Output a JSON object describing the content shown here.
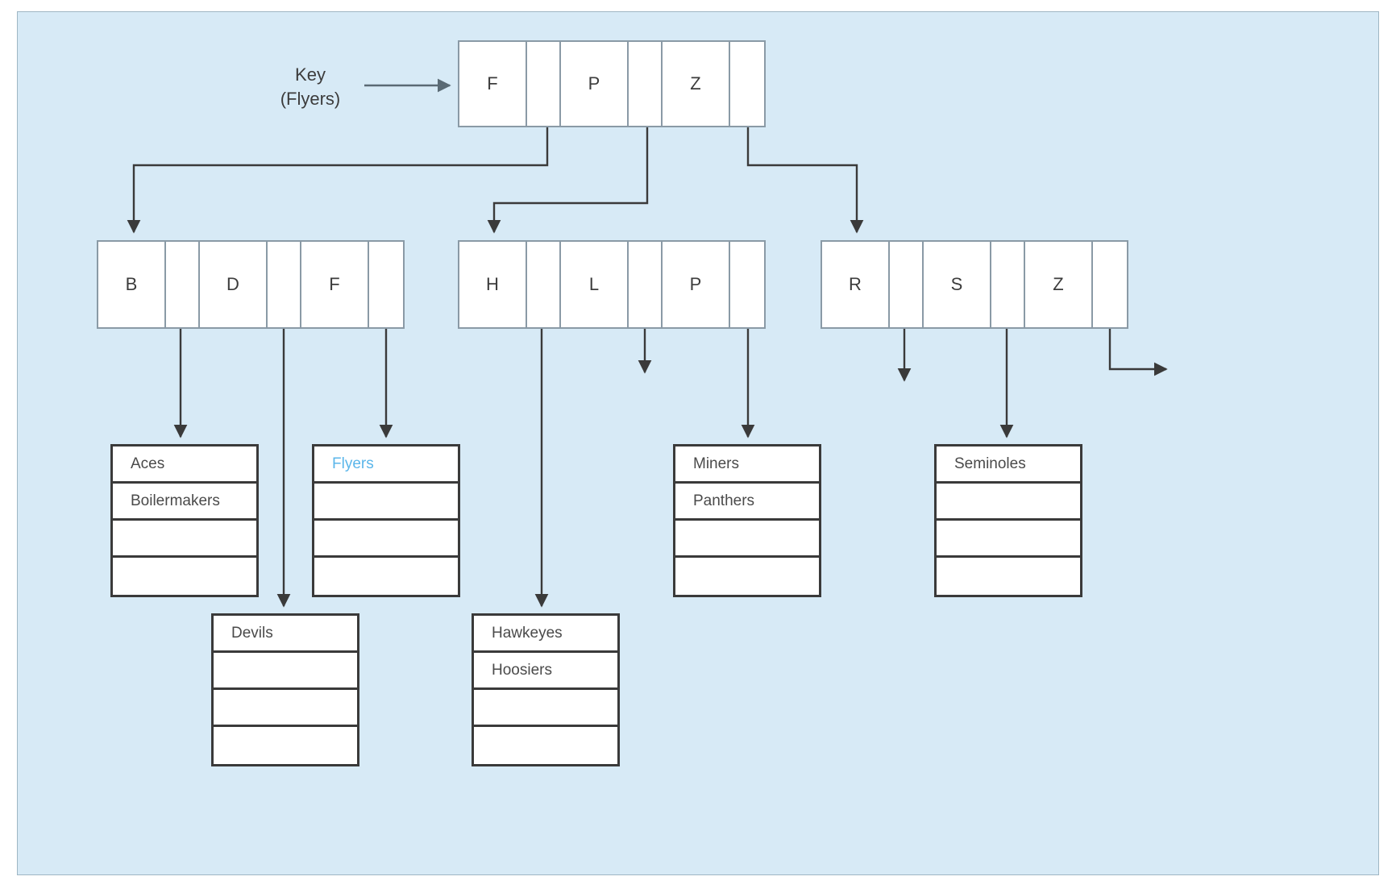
{
  "panel": {
    "bg_color": "#d7eaf6",
    "border_color": "#9fb6c4"
  },
  "accent_color": "#5bb6ea",
  "key_label": {
    "line1": "Key",
    "line2": "(Flyers)"
  },
  "root_node": {
    "name": "root-index-node",
    "cells": [
      {
        "type": "key",
        "label": "F"
      },
      {
        "type": "ptr",
        "label": ""
      },
      {
        "type": "key",
        "label": "P"
      },
      {
        "type": "ptr",
        "label": ""
      },
      {
        "type": "key",
        "label": "Z"
      },
      {
        "type": "ptr",
        "label": ""
      }
    ]
  },
  "level2_nodes": [
    {
      "name": "index-node-bdf",
      "cells": [
        {
          "type": "key",
          "label": "B"
        },
        {
          "type": "ptr",
          "label": ""
        },
        {
          "type": "key",
          "label": "D"
        },
        {
          "type": "ptr",
          "label": ""
        },
        {
          "type": "key",
          "label": "F"
        },
        {
          "type": "ptr",
          "label": ""
        }
      ]
    },
    {
      "name": "index-node-hlp",
      "cells": [
        {
          "type": "key",
          "label": "H"
        },
        {
          "type": "ptr",
          "label": ""
        },
        {
          "type": "key",
          "label": "L"
        },
        {
          "type": "ptr",
          "label": ""
        },
        {
          "type": "key",
          "label": "P"
        },
        {
          "type": "ptr",
          "label": ""
        }
      ]
    },
    {
      "name": "index-node-rsz",
      "cells": [
        {
          "type": "key",
          "label": "R"
        },
        {
          "type": "ptr",
          "label": ""
        },
        {
          "type": "key",
          "label": "S"
        },
        {
          "type": "ptr",
          "label": ""
        },
        {
          "type": "key",
          "label": "Z"
        },
        {
          "type": "ptr",
          "label": ""
        }
      ]
    }
  ],
  "leaf_blocks": [
    {
      "name": "leaf-block-aces",
      "rows": [
        {
          "text": "Aces",
          "highlight": false
        },
        {
          "text": "Boilermakers",
          "highlight": false
        },
        {
          "text": "",
          "highlight": false
        },
        {
          "text": "",
          "highlight": false
        }
      ]
    },
    {
      "name": "leaf-block-flyers",
      "rows": [
        {
          "text": "Flyers",
          "highlight": true
        },
        {
          "text": "",
          "highlight": false
        },
        {
          "text": "",
          "highlight": false
        },
        {
          "text": "",
          "highlight": false
        }
      ]
    },
    {
      "name": "leaf-block-miners",
      "rows": [
        {
          "text": "Miners",
          "highlight": false
        },
        {
          "text": "Panthers",
          "highlight": false
        },
        {
          "text": "",
          "highlight": false
        },
        {
          "text": "",
          "highlight": false
        }
      ]
    },
    {
      "name": "leaf-block-seminoles",
      "rows": [
        {
          "text": "Seminoles",
          "highlight": false
        },
        {
          "text": "",
          "highlight": false
        },
        {
          "text": "",
          "highlight": false
        },
        {
          "text": "",
          "highlight": false
        }
      ]
    },
    {
      "name": "leaf-block-devils",
      "rows": [
        {
          "text": "Devils",
          "highlight": false
        },
        {
          "text": "",
          "highlight": false
        },
        {
          "text": "",
          "highlight": false
        },
        {
          "text": "",
          "highlight": false
        }
      ]
    },
    {
      "name": "leaf-block-hawkeyes",
      "rows": [
        {
          "text": "Hawkeyes",
          "highlight": false
        },
        {
          "text": "Hoosiers",
          "highlight": false
        },
        {
          "text": "",
          "highlight": false
        },
        {
          "text": "",
          "highlight": false
        }
      ]
    }
  ]
}
